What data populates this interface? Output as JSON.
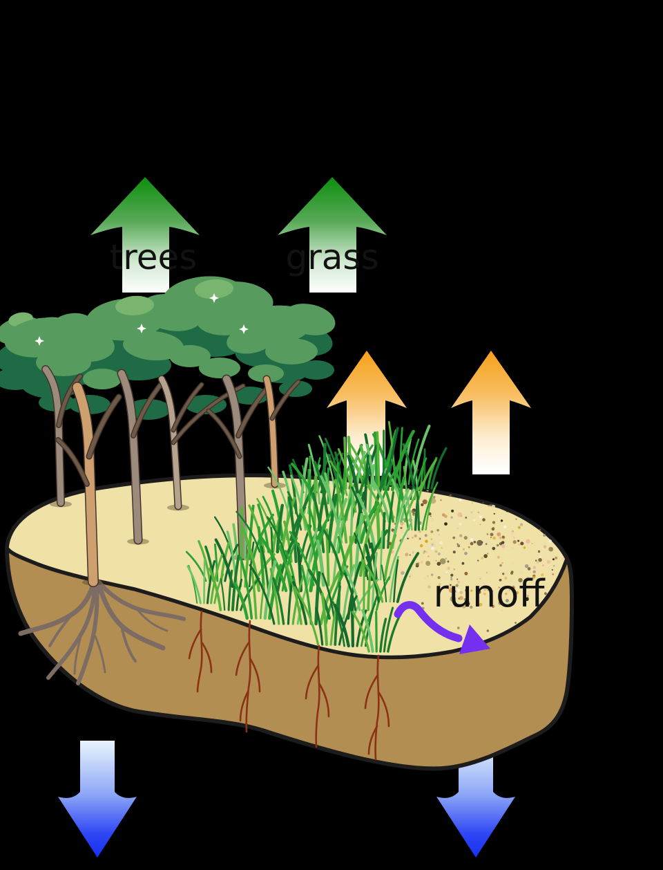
{
  "labels": {
    "trees": "trees",
    "grass": "grass",
    "runoff": "runoff"
  },
  "palette": {
    "background": "#000000",
    "label_text": "#121212",
    "green_arrow": "#0e8e0e",
    "orange_arrow": "#f5a11c",
    "blue_arrow": "#1730f2",
    "runoff_arrow": "#7430ee",
    "outline": "#1c1c1c",
    "ground_top": "#f0e1a6",
    "ground_front": "#b28e52",
    "canopy_dark": "#1e6b45",
    "canopy_mid": "#579c5e",
    "canopy_light": "#7ab570",
    "trunk_gray": "#9c8b7d",
    "trunk_tan": "#cfa06f",
    "trunk_light": "#b5a390",
    "branch_brown": "#6f5948",
    "trunk_outline": "#42342a",
    "tree_root": "#7d6c63",
    "grass_root": "#8a3212",
    "grass_greens": [
      "#2ba133",
      "#1a7a2e",
      "#57b33b",
      "#15692c",
      "#6cc46a"
    ],
    "speckle_colors": [
      "#7a6a3a",
      "#5a3c22",
      "#2a1e10",
      "#c8ae78",
      "#e8dcb0",
      "#d89a6a",
      "#e8b49a",
      "#9a948a",
      "#f8f4ec",
      "#d4a820",
      "#6b6b3a",
      "#8a5a32"
    ]
  }
}
